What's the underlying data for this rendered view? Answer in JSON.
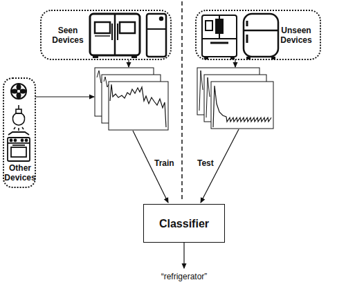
{
  "diagram": {
    "nodes": [
      {
        "text": [
          "Seen Devices"
        ]
      },
      {
        "text": [
          "Unseen Devices"
        ]
      },
      {
        "text": [
          "Other Devices"
        ]
      },
      {
        "text": [
          "Classifier"
        ]
      }
    ],
    "labels": [
      "Train",
      "Test",
      "“refrigerator”"
    ]
  }
}
